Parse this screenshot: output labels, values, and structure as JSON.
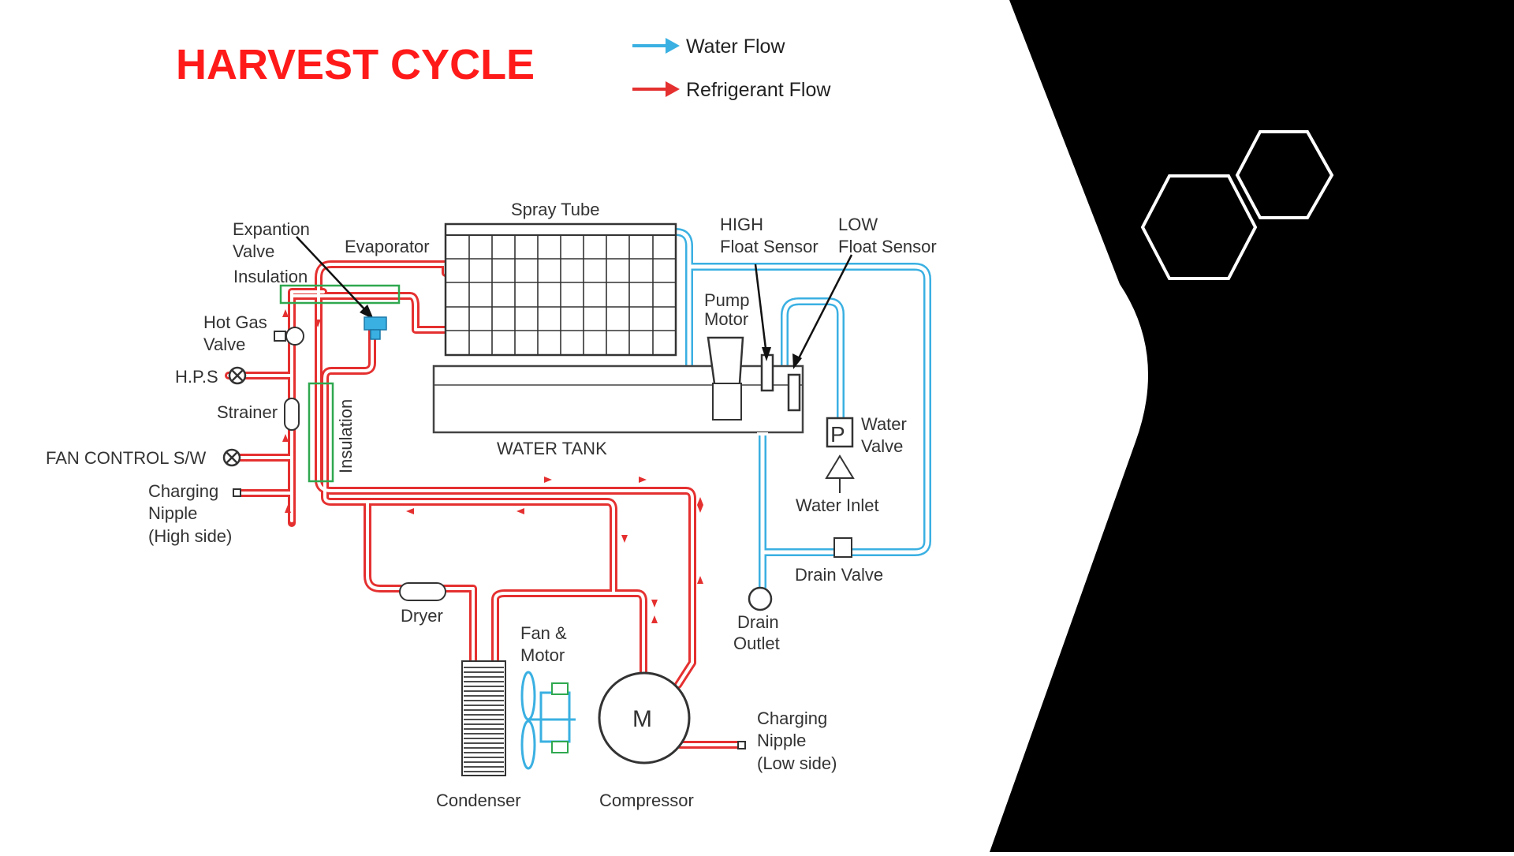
{
  "slide": {
    "title": "HARVEST CYCLE",
    "title_color": "#ff1a1a",
    "water_color": "#3ab0e2",
    "refrigerant_color": "#e53030",
    "dark_panel_color": "#000000"
  },
  "legend": {
    "water": "Water Flow",
    "refrigerant": "Refrigerant Flow"
  },
  "labels": {
    "spray_tube": "Spray Tube",
    "expansion_valve_1": "Expantion",
    "expansion_valve_2": "Valve",
    "evaporator": "Evaporator",
    "insulation_top": "Insulation",
    "insulation_side": "Insulation",
    "hot_gas_1": "Hot Gas",
    "hot_gas_2": "Valve",
    "hps": "H.P.S",
    "strainer": "Strainer",
    "fan_control": "FAN CONTROL S/W",
    "charging_high_1": "Charging",
    "charging_high_2": "Nipple",
    "charging_high_3": "(High side)",
    "high_float_1": "HIGH",
    "high_float_2": "Float Sensor",
    "low_float_1": "LOW",
    "low_float_2": "Float Sensor",
    "pump_motor_1": "Pump",
    "pump_motor_2": "Motor",
    "water_tank": "WATER TANK",
    "water_valve_1": "Water",
    "water_valve_2": "Valve",
    "water_valve_symbol": "P",
    "water_inlet": "Water Inlet",
    "drain_valve": "Drain Valve",
    "drain_outlet_1": "Drain",
    "drain_outlet_2": "Outlet",
    "dryer": "Dryer",
    "fan_motor_1": "Fan &",
    "fan_motor_2": "Motor",
    "compressor_symbol": "M",
    "charging_low_1": "Charging",
    "charging_low_2": "Nipple",
    "charging_low_3": "(Low side)",
    "condenser": "Condenser",
    "compressor": "Compressor"
  }
}
